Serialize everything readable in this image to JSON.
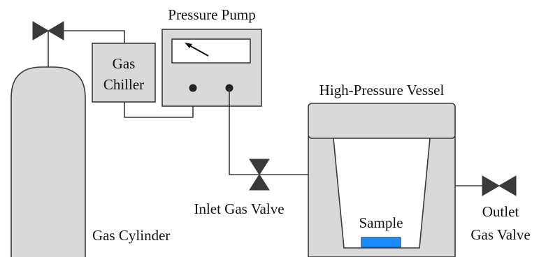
{
  "labels": {
    "pressure_pump": "Pressure Pump",
    "gas_chiller_line1": "Gas",
    "gas_chiller_line2": "Chiller",
    "high_pressure_vessel": "High-Pressure Vessel",
    "inlet_gas_valve": "Inlet Gas Valve",
    "gas_cylinder": "Gas Cylinder",
    "sample": "Sample",
    "outlet_line1": "Outlet",
    "outlet_line2": "Gas Valve"
  },
  "colors": {
    "component_fill": "#d9d9d9",
    "outline": "#3a3a3a",
    "sample_fill": "#1a8cff",
    "gauge_window": "#ffffff"
  }
}
